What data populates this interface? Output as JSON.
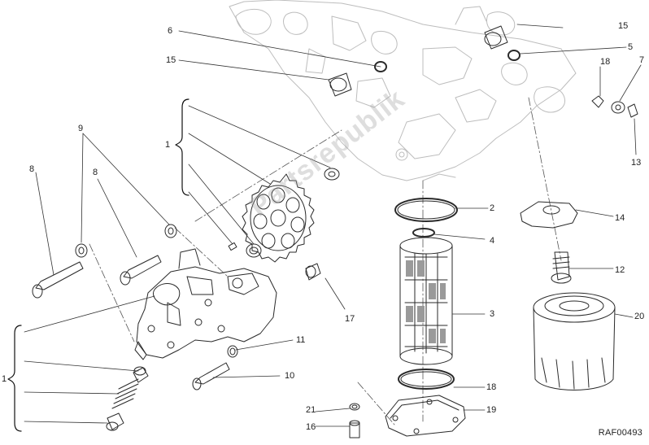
{
  "diagram": {
    "callouts": [
      {
        "id": "c1a",
        "text": "1"
      },
      {
        "id": "c1b",
        "text": "1"
      },
      {
        "id": "c2",
        "text": "2"
      },
      {
        "id": "c3",
        "text": "3"
      },
      {
        "id": "c4",
        "text": "4"
      },
      {
        "id": "c5",
        "text": "5"
      },
      {
        "id": "c6",
        "text": "6"
      },
      {
        "id": "c7",
        "text": "7"
      },
      {
        "id": "c8a",
        "text": "8"
      },
      {
        "id": "c8b",
        "text": "8"
      },
      {
        "id": "c9",
        "text": "9"
      },
      {
        "id": "c10",
        "text": "10"
      },
      {
        "id": "c11",
        "text": "11"
      },
      {
        "id": "c12",
        "text": "12"
      },
      {
        "id": "c13",
        "text": "13"
      },
      {
        "id": "c14",
        "text": "14"
      },
      {
        "id": "c15a",
        "text": "15"
      },
      {
        "id": "c15b",
        "text": "15"
      },
      {
        "id": "c16",
        "text": "16"
      },
      {
        "id": "c17",
        "text": "17"
      },
      {
        "id": "c18a",
        "text": "18"
      },
      {
        "id": "c18b",
        "text": "18"
      },
      {
        "id": "c19",
        "text": "19"
      },
      {
        "id": "c20",
        "text": "20"
      },
      {
        "id": "c21",
        "text": "21"
      }
    ],
    "drawing_code": "RAF00493",
    "watermark": "Partsrepublik",
    "line_color": "#2a2a2a",
    "ghost_color": "#c8c8c8"
  }
}
